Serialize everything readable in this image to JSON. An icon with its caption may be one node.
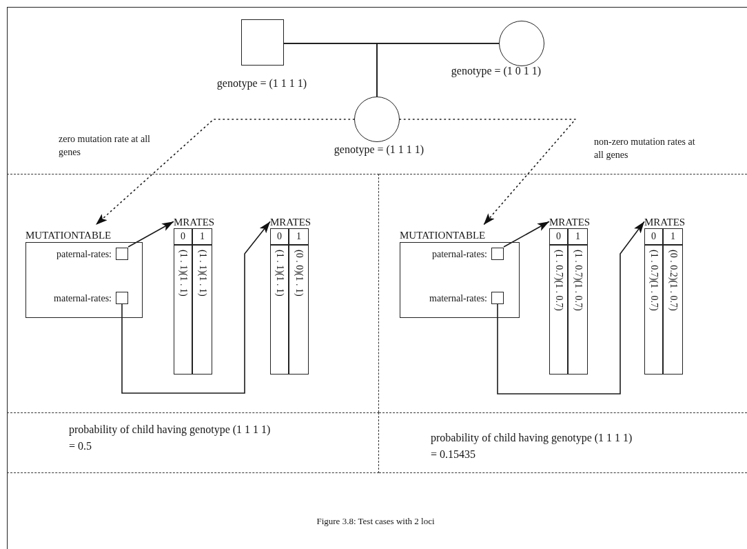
{
  "diagram": {
    "caption": "Figure 3.8: Test cases with 2 loci",
    "nodes": [
      {
        "text": [],
        "shape": "box",
        "beside": [
          "genotype = (1 1 1 1)"
        ]
      },
      {
        "text": [],
        "shape": "circle",
        "beside": [
          "genotype = (1 0 1 1)"
        ]
      },
      {
        "text": [],
        "shape": "circle",
        "beside": [
          "genotype = (1 1 1 1)"
        ]
      },
      {
        "text": [],
        "shape": "box"
      },
      {
        "text": [
          "MUTATIONTABLE"
        ],
        "in": 3
      },
      {
        "text": [],
        "shape": "box",
        "in": 4,
        "beside": [
          "paternal-rates:"
        ]
      },
      {
        "text": [],
        "shape": "box",
        "in": 4,
        "beside": [
          "maternal-rates:"
        ]
      },
      {
        "text": [
          "MRATES",
          "0",
          "1",
          "(1 . 1)(1 . 1)",
          "(1 . 1)(1 . 1)"
        ],
        "in": 3
      },
      {
        "text": [
          "MRATES",
          "0",
          "1",
          "(1 . 1)(1 . 1)",
          "(0 . 0)(1 . 1)"
        ],
        "in": 3
      },
      {
        "text": [],
        "shape": "box"
      },
      {
        "text": [
          "MUTATIONTABLE"
        ],
        "in": 9
      },
      {
        "text": [],
        "shape": "box",
        "in": 10,
        "beside": [
          "paternal-rates:"
        ]
      },
      {
        "text": [],
        "shape": "box",
        "in": 10,
        "beside": [
          "maternal-rates:"
        ]
      },
      {
        "text": [
          "MRATES",
          "0",
          "1",
          "(1 . 0.7)(1 . 0.7)",
          "(1 . 0.7)(1 . 0.7)"
        ],
        "in": 9
      },
      {
        "text": [
          "MRATES",
          "0",
          "1",
          "(1 . 0.7)(1 . 0.7)",
          "(0 . 0.2)(1 . 0.7)"
        ],
        "in": 9
      },
      {
        "text": [
          "probability of child having genotype (1 1 1 1)",
          "= 0.5"
        ]
      },
      {
        "text": [
          "probability of child having genotype (1 1 1 1)",
          "= 0.15435"
        ]
      }
    ],
    "edges": [
      {
        "from": 0,
        "to": 1,
        "arrow": "none"
      },
      {
        "from": 0,
        "to": 2,
        "arrow": "none"
      },
      {
        "from": 1,
        "to": 2,
        "arrow": "none"
      },
      {
        "from": 2,
        "to": 4,
        "arrow": "to",
        "style": "dashed",
        "label": "zero mutation rate at all genes"
      },
      {
        "from": 2,
        "to": 10,
        "arrow": "to",
        "style": "dashed",
        "label": "non-zero mutation rates at all genes"
      },
      {
        "from": 5,
        "to": 7,
        "arrow": "to"
      },
      {
        "from": 6,
        "to": 8,
        "arrow": "to"
      },
      {
        "from": 11,
        "to": 13,
        "arrow": "to"
      },
      {
        "from": 12,
        "to": 14,
        "arrow": "to"
      }
    ]
  }
}
